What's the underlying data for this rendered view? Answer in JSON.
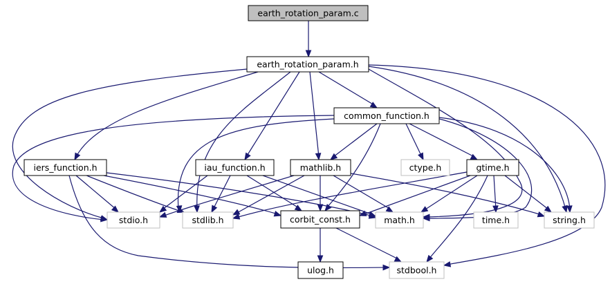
{
  "graph": {
    "nodes": [
      {
        "id": "root",
        "label": "earth_rotation_param.c",
        "style": "root"
      },
      {
        "id": "erp_h",
        "label": "earth_rotation_param.h",
        "style": "normal"
      },
      {
        "id": "common",
        "label": "common_function.h",
        "style": "normal"
      },
      {
        "id": "iers",
        "label": "iers_function.h",
        "style": "normal"
      },
      {
        "id": "iau",
        "label": "iau_function.h",
        "style": "normal"
      },
      {
        "id": "mathlib",
        "label": "mathlib.h",
        "style": "normal"
      },
      {
        "id": "ctype",
        "label": "ctype.h",
        "style": "muted"
      },
      {
        "id": "gtime",
        "label": "gtime.h",
        "style": "normal"
      },
      {
        "id": "stdio",
        "label": "stdio.h",
        "style": "muted"
      },
      {
        "id": "stdlib",
        "label": "stdlib.h",
        "style": "muted"
      },
      {
        "id": "corbit",
        "label": "corbit_const.h",
        "style": "normal"
      },
      {
        "id": "math",
        "label": "math.h",
        "style": "muted"
      },
      {
        "id": "time",
        "label": "time.h",
        "style": "muted"
      },
      {
        "id": "string",
        "label": "string.h",
        "style": "muted"
      },
      {
        "id": "ulog",
        "label": "ulog.h",
        "style": "normal"
      },
      {
        "id": "stdbool",
        "label": "stdbool.h",
        "style": "muted"
      }
    ]
  }
}
